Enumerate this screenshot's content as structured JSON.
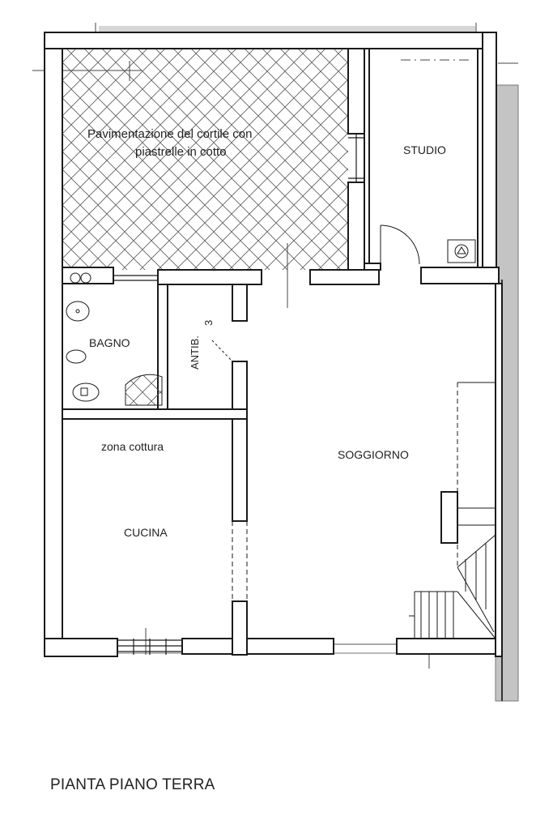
{
  "plan": {
    "title": "PIANTA PIANO TERRA",
    "rooms": {
      "courtyard_line1": "Pavimentazione del cortile con",
      "courtyard_line2": "piastrelle in cotto",
      "studio": "STUDIO",
      "bagno": "BAGNO",
      "antib": "ANTIB.",
      "antib_num": "3",
      "soggiorno": "SOGGIORNO",
      "zona_cottura": "zona cottura",
      "cucina": "CUCINA"
    },
    "colors": {
      "wall_fill": "#ffffff",
      "wall_stroke": "#1a1a1a",
      "hatch": "#555555",
      "neighbor": "#bfbfbf"
    }
  }
}
